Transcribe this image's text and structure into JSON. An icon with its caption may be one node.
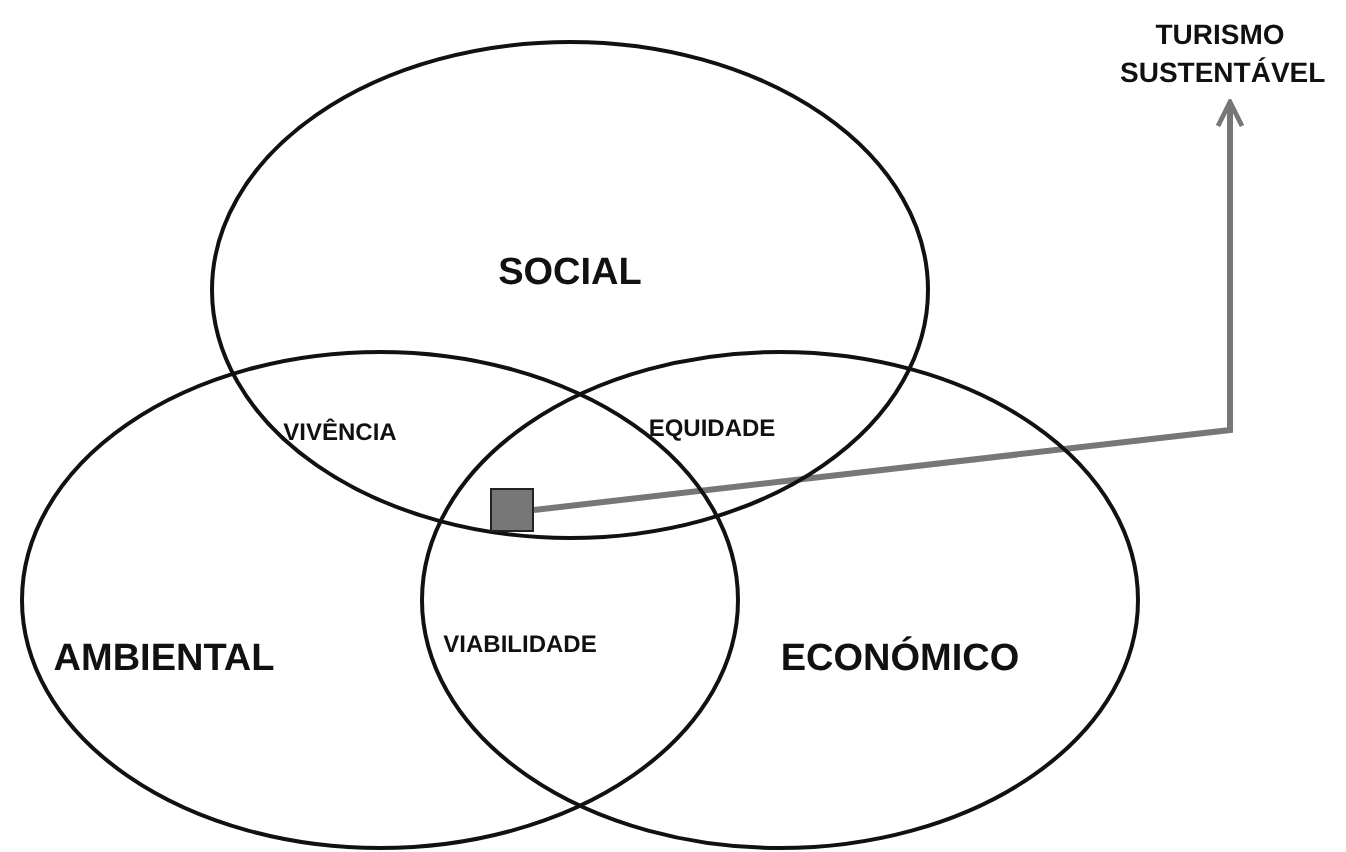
{
  "diagram": {
    "nodes": [
      {
        "text": [
          "SOCIAL"
        ]
      },
      {
        "text": [
          "AMBIENTAL"
        ]
      },
      {
        "text": [
          "ECONÓMICO"
        ]
      },
      {
        "text": [],
        "shape": "box"
      },
      {
        "text": [
          "TURISMO SUSTENTÁVEL"
        ]
      }
    ],
    "edges": [
      {
        "from": 3,
        "to": 4,
        "arrow": "to"
      }
    ],
    "labels": [
      "VIVÊNCIA",
      "EQUIDADE",
      "VIABILIDADE"
    ]
  }
}
